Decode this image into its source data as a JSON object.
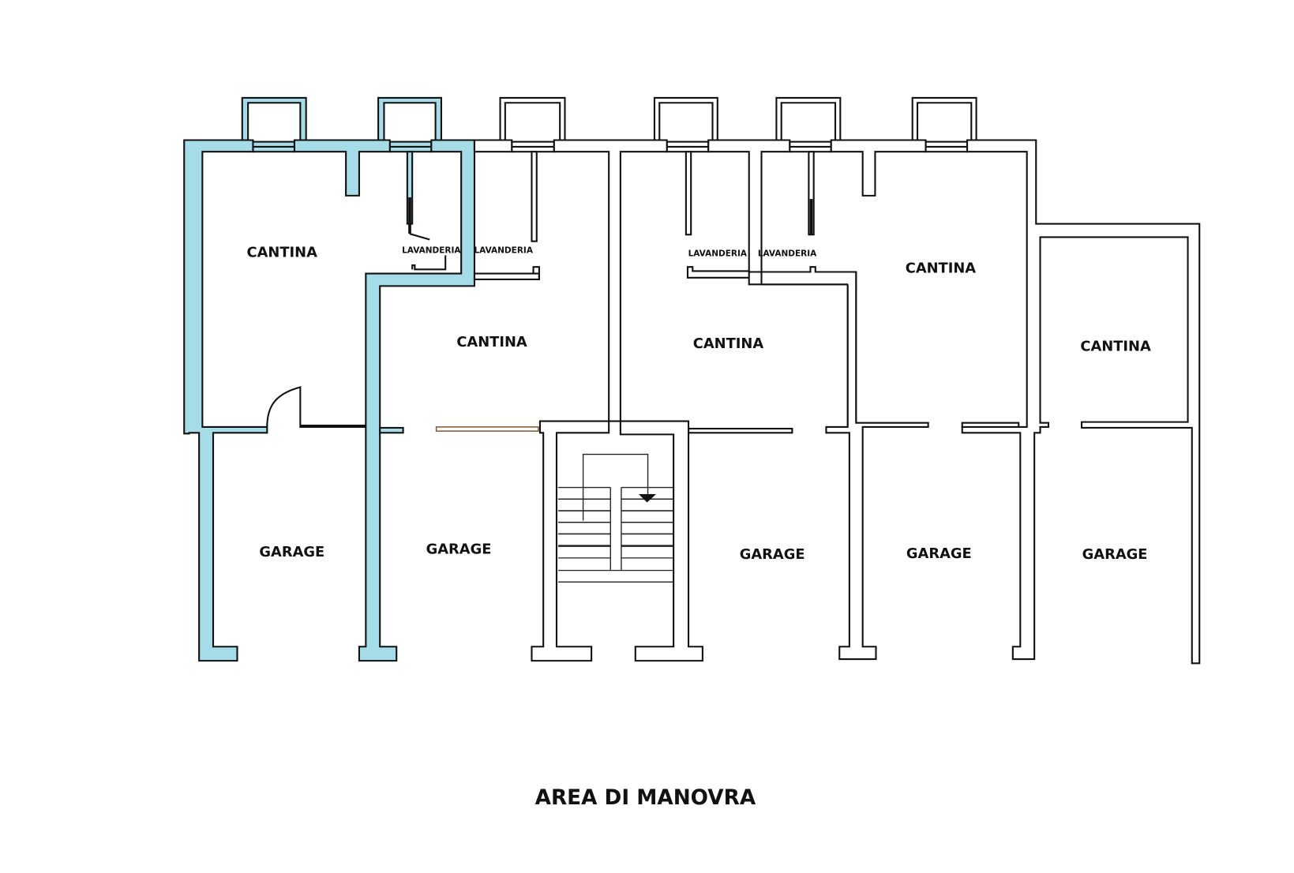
{
  "title": "Floor plan – cantine, lavanderie e garage",
  "colors": {
    "highlight": "#a6dbe8",
    "wall_stroke": "#111111",
    "background": "#ffffff"
  },
  "units": [
    {
      "id": "unit-1",
      "highlighted": true,
      "cantina": "CANTINA",
      "lavanderia": "LAVANDERIA",
      "garage": "GARAGE"
    },
    {
      "id": "unit-2",
      "highlighted": false,
      "cantina": "CANTINA",
      "lavanderia": "LAVANDERIA",
      "garage": "GARAGE"
    },
    {
      "id": "unit-3",
      "highlighted": false,
      "cantina": "CANTINA",
      "lavanderia": "LAVANDERIA",
      "garage": "GARAGE"
    },
    {
      "id": "unit-4",
      "highlighted": false,
      "cantina": "CANTINA",
      "lavanderia": "LAVANDERIA",
      "garage": "GARAGE"
    },
    {
      "id": "unit-5",
      "highlighted": false,
      "cantina": "CANTINA",
      "garage": "GARAGE"
    }
  ],
  "stair": {
    "direction": "down",
    "icon": "arrow-down-triangle"
  },
  "footer_label": "AREA DI MANOVRA"
}
